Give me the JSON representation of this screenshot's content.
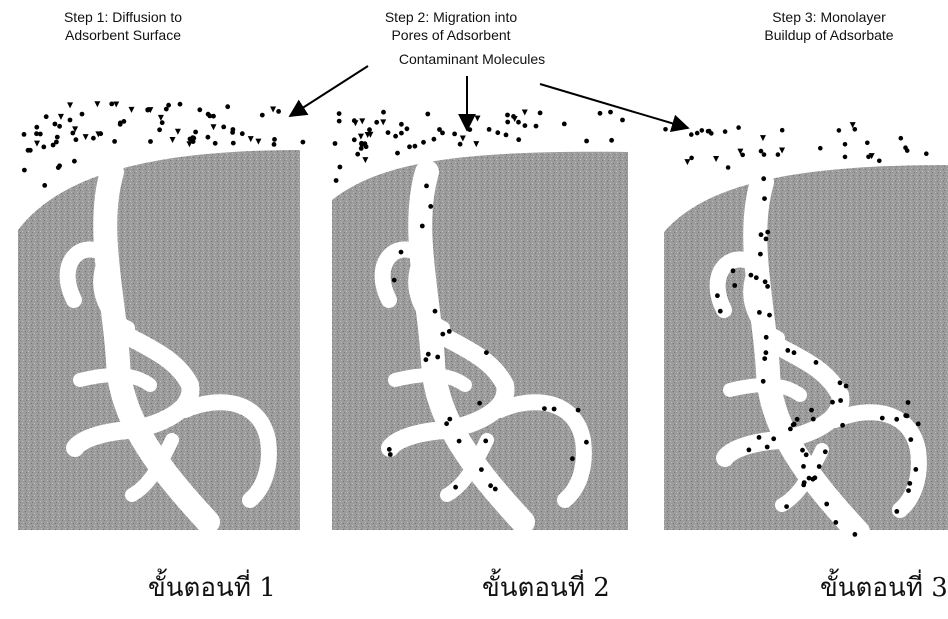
{
  "steps": [
    {
      "title_line1": "Step 1: Diffusion to",
      "title_line2": "Adsorbent Surface"
    },
    {
      "title_line1": "Step 2: Migration into",
      "title_line2": "Pores of Adsorbent"
    },
    {
      "title_line1": "Step 3: Monolayer",
      "title_line2": "Buildup of Adsorbate"
    }
  ],
  "callout": "Contaminant Molecules",
  "captions": [
    "ขั้นตอนที่ 1",
    "ขั้นตอนที่ 2",
    "ขั้นตอนที่ 3"
  ],
  "colors": {
    "adsorbent": "#9a9a9a",
    "pore": "#ffffff",
    "molecule": "#000000"
  }
}
